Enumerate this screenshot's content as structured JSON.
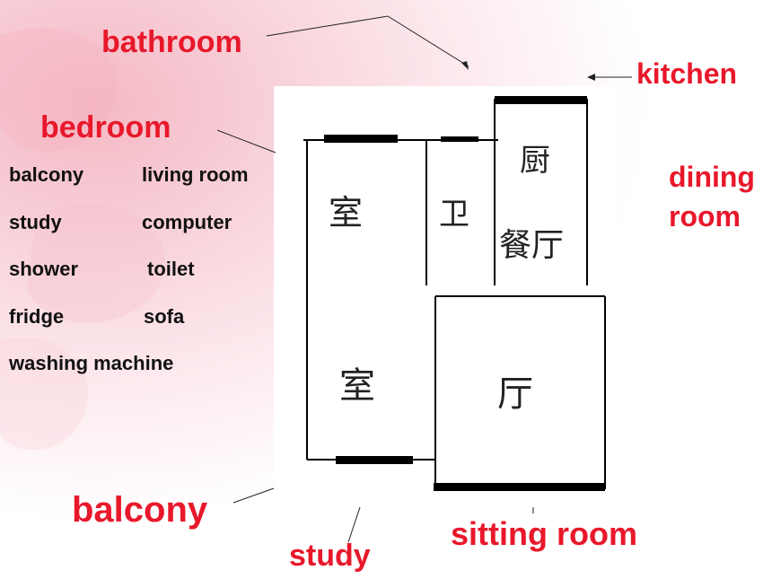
{
  "labels": {
    "bathroom": "bathroom",
    "kitchen": "kitchen",
    "bedroom": "bedroom",
    "dining_line1": "dining",
    "dining_line2": "room",
    "balcony": "balcony",
    "study": "study",
    "sitting_room": "sitting room"
  },
  "word_list": [
    "balcony",
    "living room",
    "study",
    "computer",
    "shower",
    "toilet",
    "fridge",
    "sofa",
    "washing machine"
  ],
  "plan_chars": {
    "room_top_left": "室",
    "bath": "卫",
    "kitchen": "厨",
    "dining": "餐厅",
    "room_bottom": "室",
    "hall": "厅"
  },
  "colors": {
    "accent": "#e8182b",
    "text": "#111111",
    "bg_pink": "#f7c9d2"
  }
}
